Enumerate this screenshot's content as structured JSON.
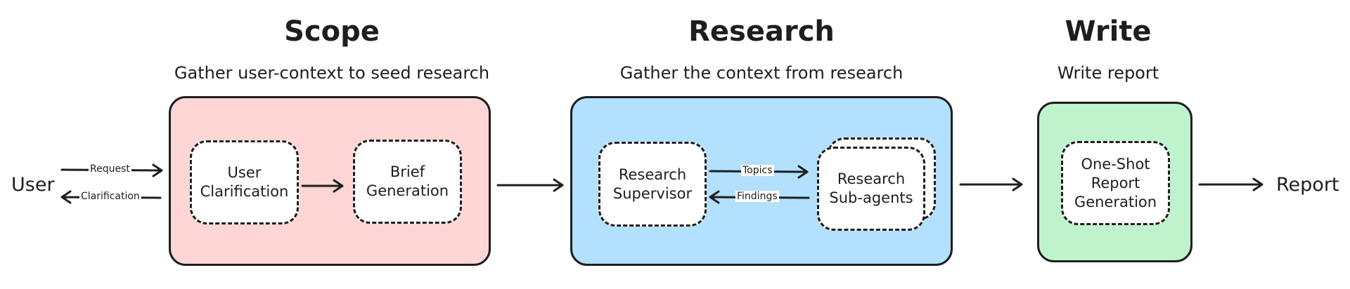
{
  "colors": {
    "scope_fill": "#ffd6d6",
    "research_fill": "#b2e0fd",
    "write_fill": "#bff3cc",
    "stroke": "#1e1e1e"
  },
  "endpoints": {
    "user": "User",
    "report": "Report"
  },
  "stages": {
    "scope": {
      "title": "Scope",
      "subtitle": "Gather user-context to seed research",
      "nodes": {
        "user_clarification": [
          "User",
          "Clarification"
        ],
        "brief_generation": [
          "Brief",
          "Generation"
        ]
      }
    },
    "research": {
      "title": "Research",
      "subtitle": "Gather the context from research",
      "nodes": {
        "research_supervisor": [
          "Research",
          "Supervisor"
        ],
        "research_subagents": [
          "Research",
          "Sub-agents"
        ]
      }
    },
    "write": {
      "title": "Write",
      "subtitle": "Write report",
      "nodes": {
        "one_shot_report_generation": [
          "One-Shot",
          "Report",
          "Generation"
        ]
      }
    }
  },
  "edge_labels": {
    "request": "Request",
    "clarification": "Clarification",
    "topics": "Topics",
    "findings": "Findings"
  }
}
